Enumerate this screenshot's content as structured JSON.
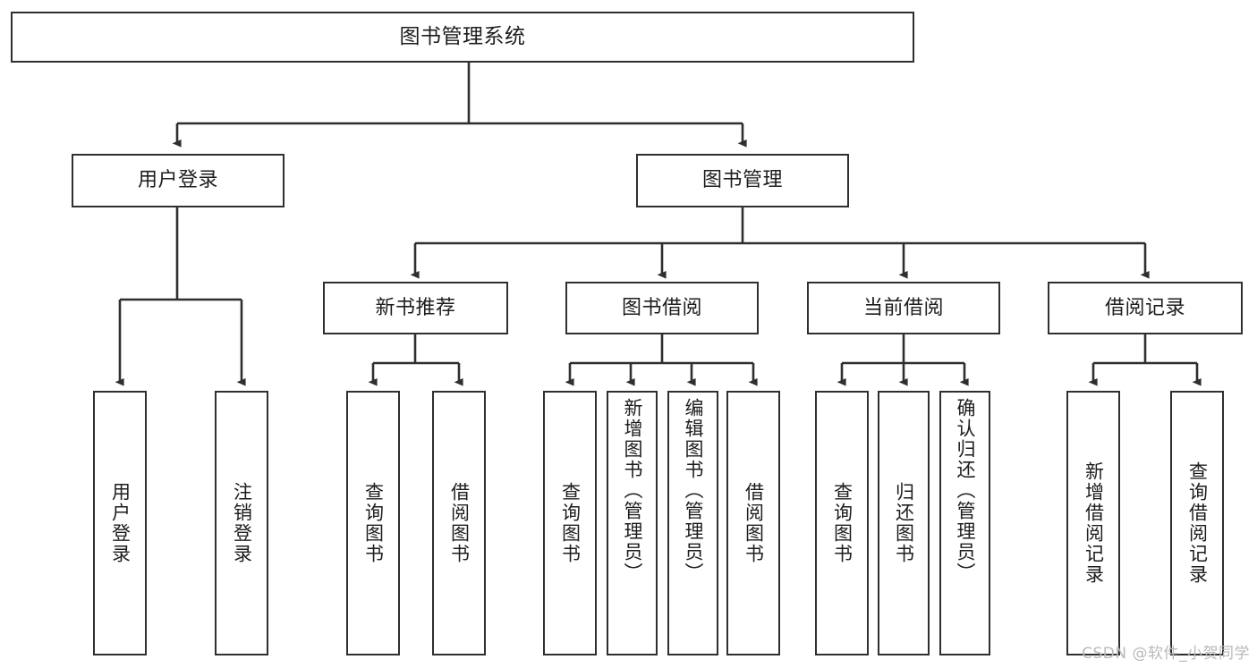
{
  "diagram": {
    "title": "图书管理系统",
    "type": "hierarchy-tree",
    "watermark": "CSDN @软件_小贺同学",
    "colors": {
      "stroke": "#2f2f2f",
      "fill": "#ffffff",
      "text": "#1d1d1d",
      "watermark": "#b9b9b9"
    },
    "root": {
      "label": "图书管理系统"
    },
    "level1": [
      {
        "id": "user-login",
        "label": "用户登录"
      },
      {
        "id": "book-management",
        "label": "图书管理"
      }
    ],
    "level2": [
      {
        "id": "new-book-recommend",
        "label": "新书推荐",
        "parent": "book-management"
      },
      {
        "id": "book-borrow",
        "label": "图书借阅",
        "parent": "book-management"
      },
      {
        "id": "current-borrow",
        "label": "当前借阅",
        "parent": "book-management"
      },
      {
        "id": "borrow-record",
        "label": "借阅记录",
        "parent": "book-management"
      }
    ],
    "leaves": {
      "user-login": [
        {
          "id": "leaf-user-login",
          "label": "用户登录"
        },
        {
          "id": "leaf-user-logout",
          "label": "注销登录"
        }
      ],
      "new-book-recommend": [
        {
          "id": "leaf-query-book-1",
          "label": "查询图书"
        },
        {
          "id": "leaf-borrow-book-1",
          "label": "借阅图书"
        }
      ],
      "book-borrow": [
        {
          "id": "leaf-query-book-2",
          "label": "查询图书"
        },
        {
          "id": "leaf-add-book",
          "label": "新增图书（管理员）"
        },
        {
          "id": "leaf-edit-book",
          "label": "编辑图书（管理员）"
        },
        {
          "id": "leaf-borrow-book-2",
          "label": "借阅图书"
        }
      ],
      "current-borrow": [
        {
          "id": "leaf-query-book-3",
          "label": "查询图书"
        },
        {
          "id": "leaf-return-book",
          "label": "归还图书"
        },
        {
          "id": "leaf-confirm-return",
          "label": "确认归还（管理员）"
        }
      ],
      "borrow-record": [
        {
          "id": "leaf-add-record",
          "label": "新增借阅记录"
        },
        {
          "id": "leaf-query-record",
          "label": "查询借阅记录"
        }
      ]
    }
  }
}
